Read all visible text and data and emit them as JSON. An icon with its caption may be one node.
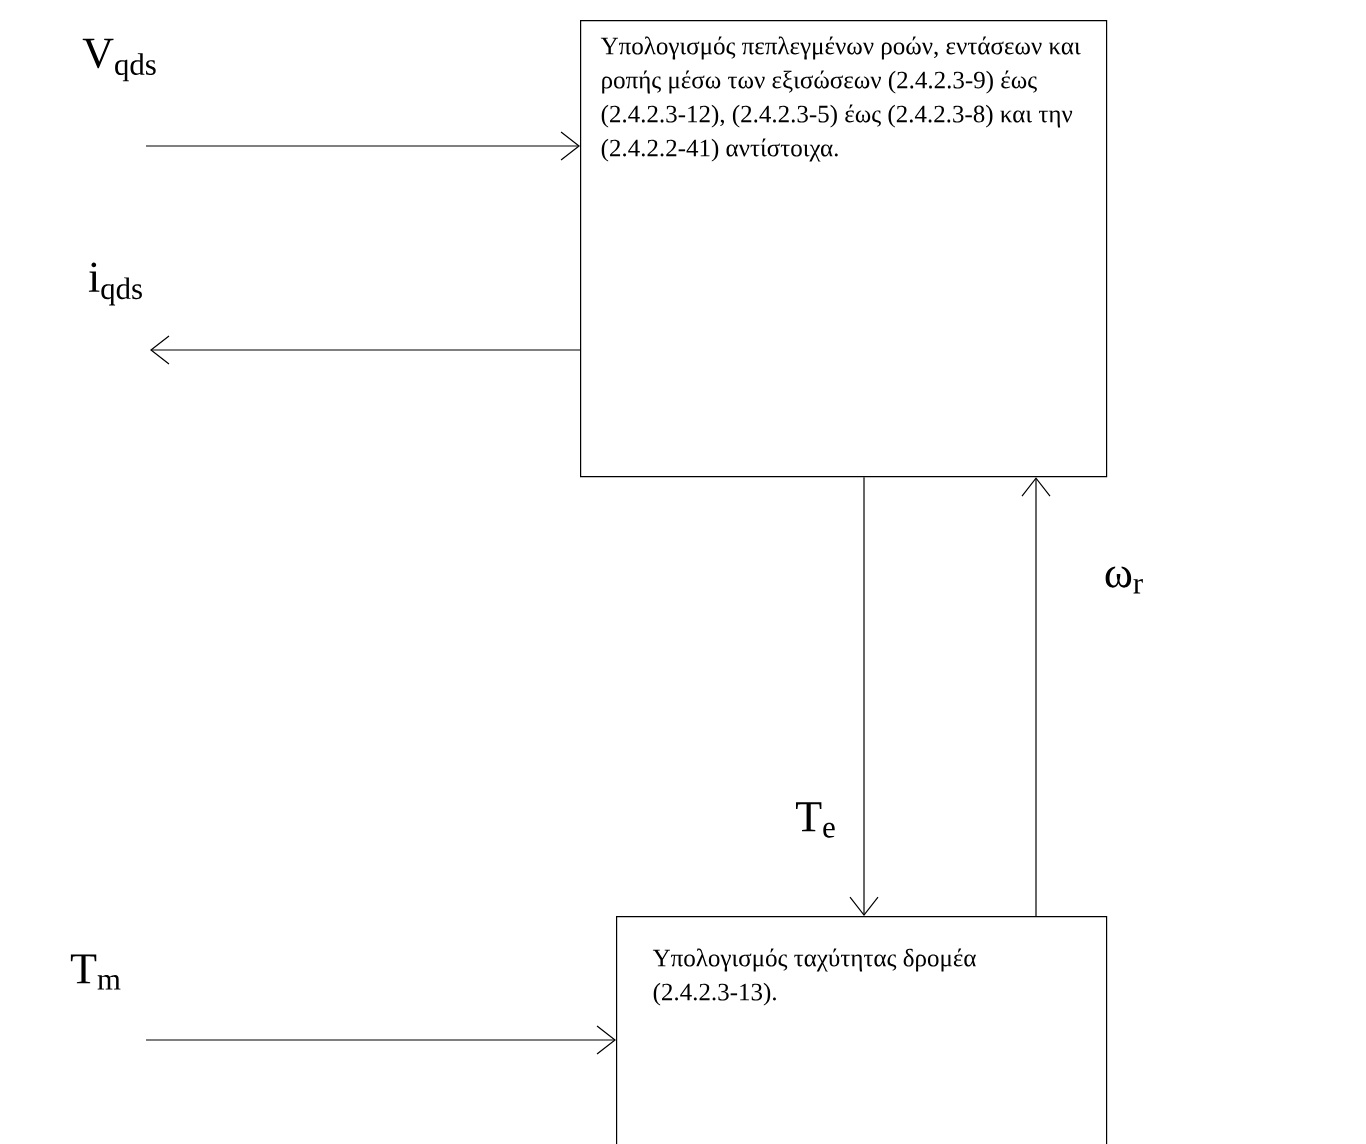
{
  "diagram": {
    "nodes": [
      {
        "text": [
          "Υπολογισμός πεπλεγμένων ροών, εντάσεων και ροπής μέσω των εξισώσεων (2.4.2.3-9) έως (2.4.2.3-12), (2.4.2.3-5) έως (2.4.2.3-8) και την (2.4.2.2-41) αντίστοιχα."
        ]
      },
      {
        "text": [
          "Υπολογισμός ταχύτητας δρομέα (2.4.2.3-13)."
        ]
      }
    ],
    "edges": [
      {
        "from": null,
        "to": 0,
        "arrow": "to",
        "label": "V$_{qds}$"
      },
      {
        "from": 0,
        "to": null,
        "arrow": "to",
        "label": "i$_{qds}$"
      },
      {
        "from": 0,
        "to": 1,
        "arrow": "to",
        "label": "T$_{e}$"
      },
      {
        "from": 1,
        "to": 0,
        "arrow": "to",
        "label": "ω$_{r}$"
      },
      {
        "from": null,
        "to": 1,
        "arrow": "to",
        "label": "T$_{m}$"
      }
    ]
  }
}
